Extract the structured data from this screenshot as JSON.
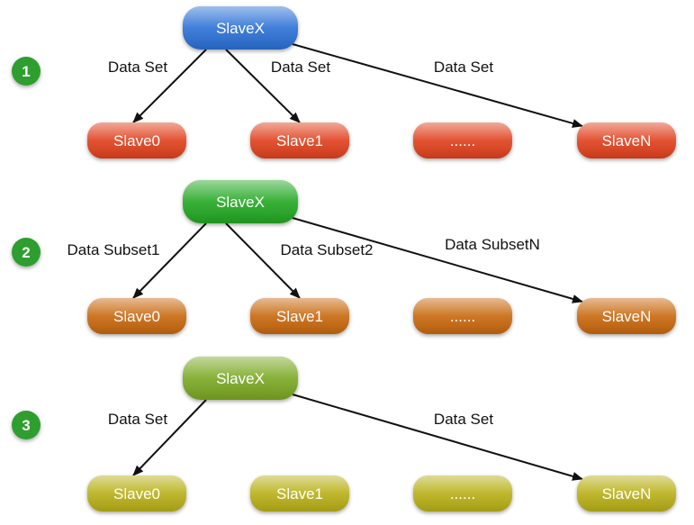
{
  "sections": [
    {
      "badge": "1",
      "colors": {
        "master": "#2a6fd6",
        "worker": "#e0401c",
        "badge": "#2f9e2f"
      },
      "master": "SlaveX",
      "workers": [
        "Slave0",
        "Slave1",
        "......",
        "SlaveN"
      ],
      "edges": [
        {
          "to": 0,
          "label": "Data Set"
        },
        {
          "to": 1,
          "label": "Data Set"
        },
        {
          "to": 3,
          "label": "Data Set"
        }
      ]
    },
    {
      "badge": "2",
      "colors": {
        "master": "#23a823",
        "worker": "#c8680e",
        "badge": "#2f9e2f"
      },
      "master": "SlaveX",
      "workers": [
        "Slave0",
        "Slave1",
        "......",
        "SlaveN"
      ],
      "edges": [
        {
          "to": 0,
          "label": "Data Subset1"
        },
        {
          "to": 1,
          "label": "Data Subset2"
        },
        {
          "to": 3,
          "label": "Data SubsetN"
        }
      ]
    },
    {
      "badge": "3",
      "colors": {
        "master": "#7aa821",
        "worker": "#b8b012",
        "badge": "#2f9e2f"
      },
      "master": "SlaveX",
      "workers": [
        "Slave0",
        "Slave1",
        "......",
        "SlaveN"
      ],
      "edges": [
        {
          "to": 0,
          "label": "Data Set"
        },
        {
          "to": 3,
          "label": "Data Set"
        }
      ]
    }
  ]
}
